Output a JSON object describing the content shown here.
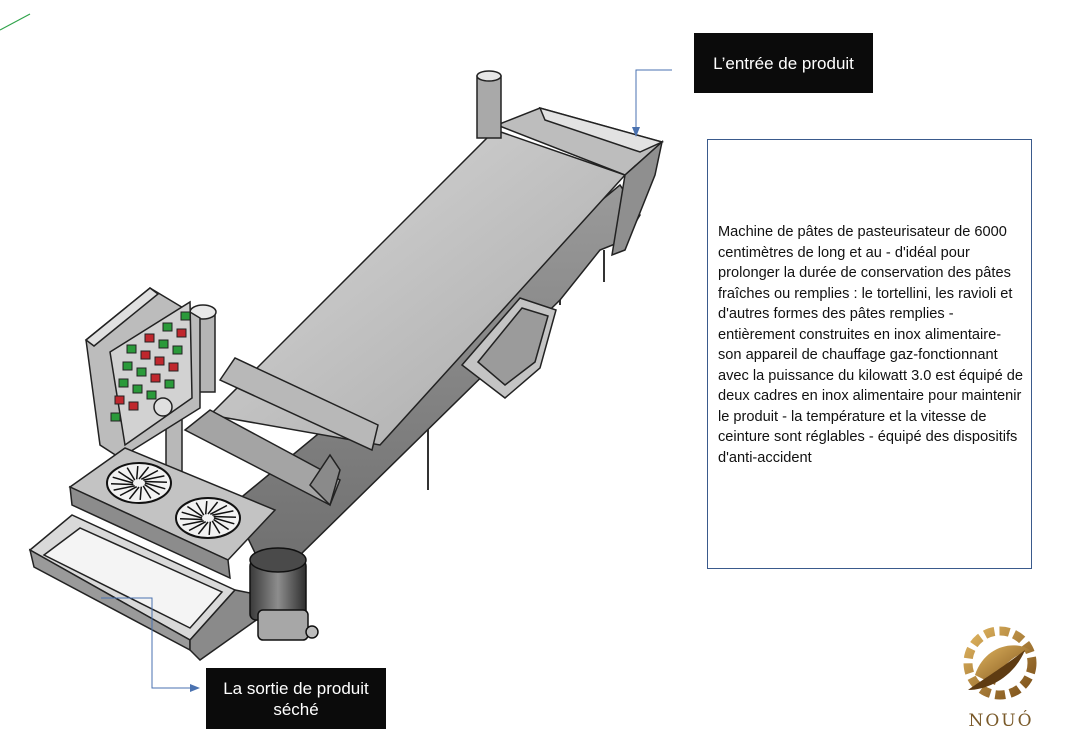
{
  "labels": {
    "entry": "L’entrée de produit",
    "exit": "La sortie de produit séché"
  },
  "description": "Machine de pâtes de pasteurisateur de 6000 centimètres de long et au - d'idéal pour prolonger la durée de conservation des pâtes fraîches ou remplies : le tortellini, les ravioli et d'autres formes des pâtes remplies - entièrement construites en inox alimentaire- son appareil de chauffage gaz-fonctionnant avec la puissance du kilowatt 3.0 est équipé de deux cadres en inox alimentaire pour maintenir le produit - la température et la vitesse de ceinture sont réglables - équipé des dispositifs d'anti-accident",
  "brand": {
    "name": "NOUÓ",
    "color": "#8a6a30"
  },
  "colors": {
    "label_bg": "#0b0b0b",
    "callout_line": "#4a72b0",
    "desc_border": "#3a5a8c",
    "steel_light": "#c9c9c9",
    "steel_dark": "#8a8a8a",
    "button_red": "#c0272d",
    "button_green": "#2a9a3a"
  }
}
